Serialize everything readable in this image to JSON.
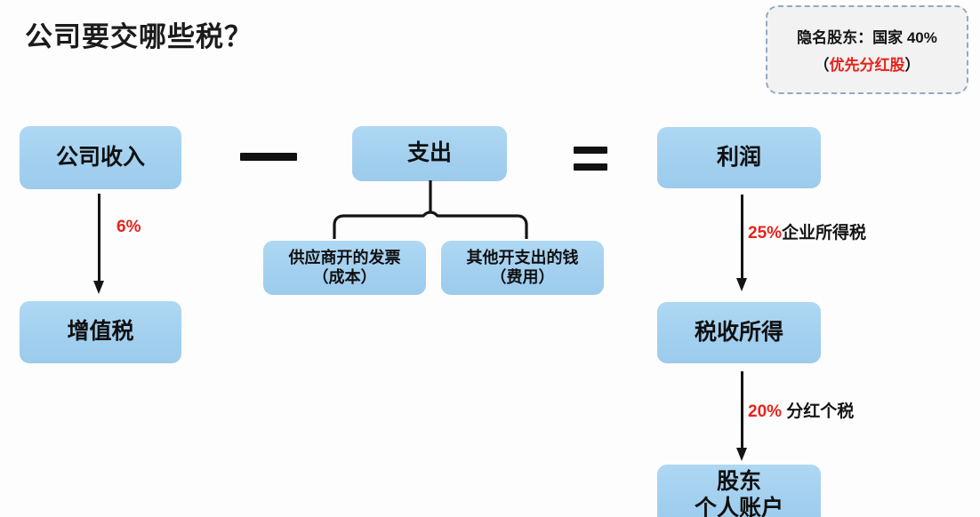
{
  "page": {
    "title": "公司要交哪些税？",
    "background_color": "#fdfdfd",
    "box_color": "#a6d2ef",
    "accent_red": "#e8231c",
    "text_color": "#101010"
  },
  "callout": {
    "line1": "隐名股东：国家 40%",
    "line2_prefix": "（",
    "line2_highlight": "优先分红股",
    "line2_suffix": "）",
    "border_style": "dashed",
    "border_color": "#93a9c2",
    "fill_color": "#f2f2f2"
  },
  "nodes": {
    "income": "公司收入",
    "vat": "增值税",
    "expense": "支出",
    "invoice_line1": "供应商开的发票",
    "invoice_line2": "（成本）",
    "otherpay_line1": "其他开支出的钱",
    "otherpay_line2": "（费用）",
    "profit": "利润",
    "taxable_income": "税收所得",
    "shareholder_line1": "股东",
    "shareholder_line2": "个人账户"
  },
  "operators": {
    "minus": "—",
    "equals": "="
  },
  "arrows": {
    "vat": {
      "percent": "6%",
      "label": ""
    },
    "corporate_income_tax": {
      "percent": "25%",
      "label": "企业所得税"
    },
    "dividend_tax": {
      "percent": "20%",
      "label": " 分红个税"
    }
  },
  "flow": {
    "type": "diagram",
    "equation": "公司收入 — 支出 = 利润",
    "steps": [
      {
        "from": "公司收入",
        "to": "增值税",
        "rate": "6%",
        "tax": "增值税"
      },
      {
        "from": "支出",
        "to": [
          "供应商开的发票（成本）",
          "其他开支出的钱（费用）"
        ],
        "relation": "brace"
      },
      {
        "from": "利润",
        "to": "税收所得",
        "rate": "25%",
        "tax": "企业所得税"
      },
      {
        "from": "税收所得",
        "to": "股东个人账户",
        "rate": "20%",
        "tax": "分红个税"
      }
    ]
  }
}
